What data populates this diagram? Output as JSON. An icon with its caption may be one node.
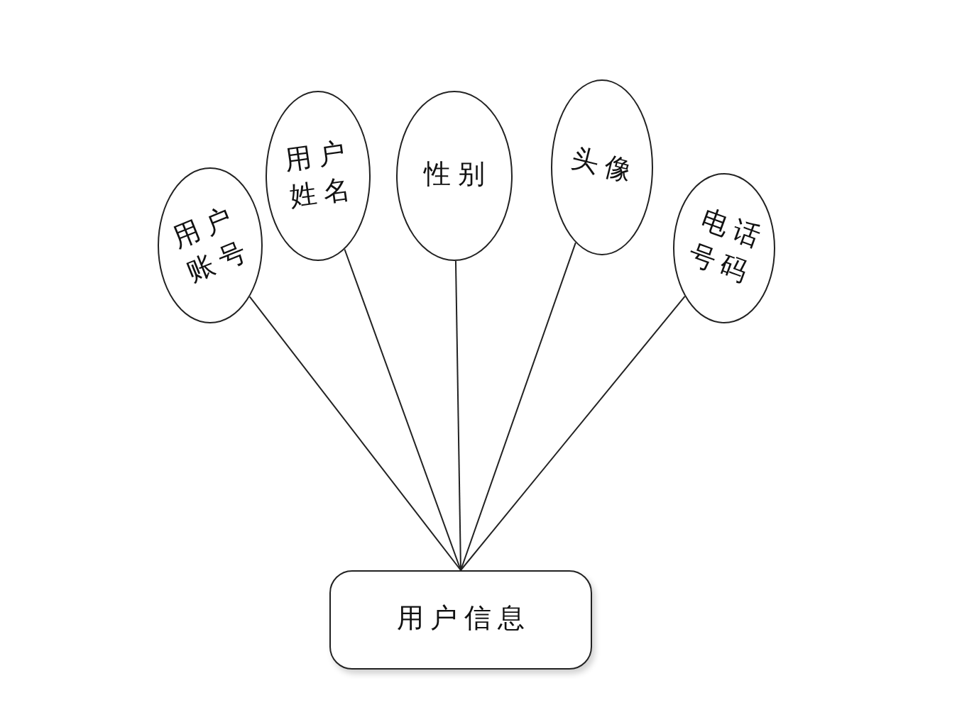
{
  "diagram": {
    "nodes": [
      {
        "text": [
          "用户账号"
        ]
      },
      {
        "text": [
          "用户姓名"
        ]
      },
      {
        "text": [
          "性别"
        ]
      },
      {
        "text": [
          "头像"
        ]
      },
      {
        "text": [
          "电话号码"
        ]
      },
      {
        "text": [
          "用户信息"
        ]
      }
    ],
    "edges": [
      {
        "from": 0,
        "to": 5,
        "arrow": "none"
      },
      {
        "from": 1,
        "to": 5,
        "arrow": "none"
      },
      {
        "from": 2,
        "to": 5,
        "arrow": "none"
      },
      {
        "from": 3,
        "to": 5,
        "arrow": "none"
      },
      {
        "from": 4,
        "to": 5,
        "arrow": "none"
      }
    ]
  }
}
